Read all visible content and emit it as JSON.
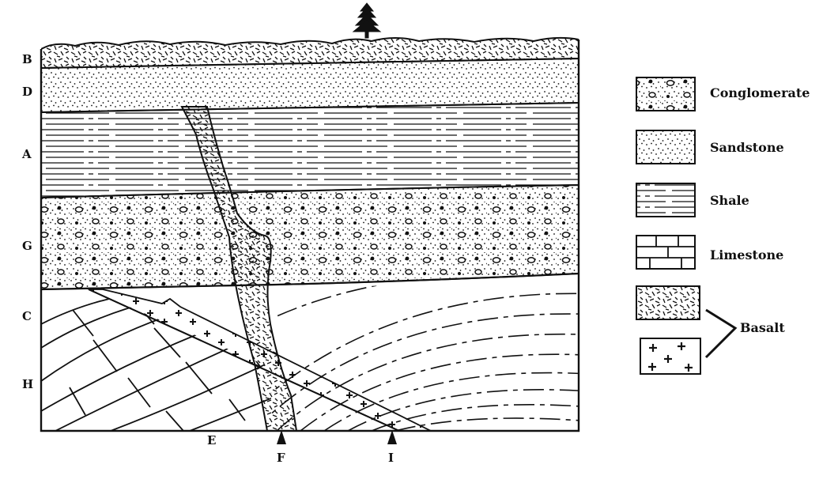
{
  "layer_labels": {
    "B": "B",
    "D": "D",
    "A": "A",
    "G": "G",
    "C": "C",
    "H": "H"
  },
  "bottom_labels": {
    "E": "E",
    "F": "F",
    "I": "I"
  },
  "legend": {
    "conglomerate": "Conglomerate",
    "sandstone": "Sandstone",
    "shale": "Shale",
    "limestone": "Limestone",
    "basalt": "Basalt"
  },
  "colors": {
    "ink": "#111111",
    "paper": "#ffffff"
  }
}
